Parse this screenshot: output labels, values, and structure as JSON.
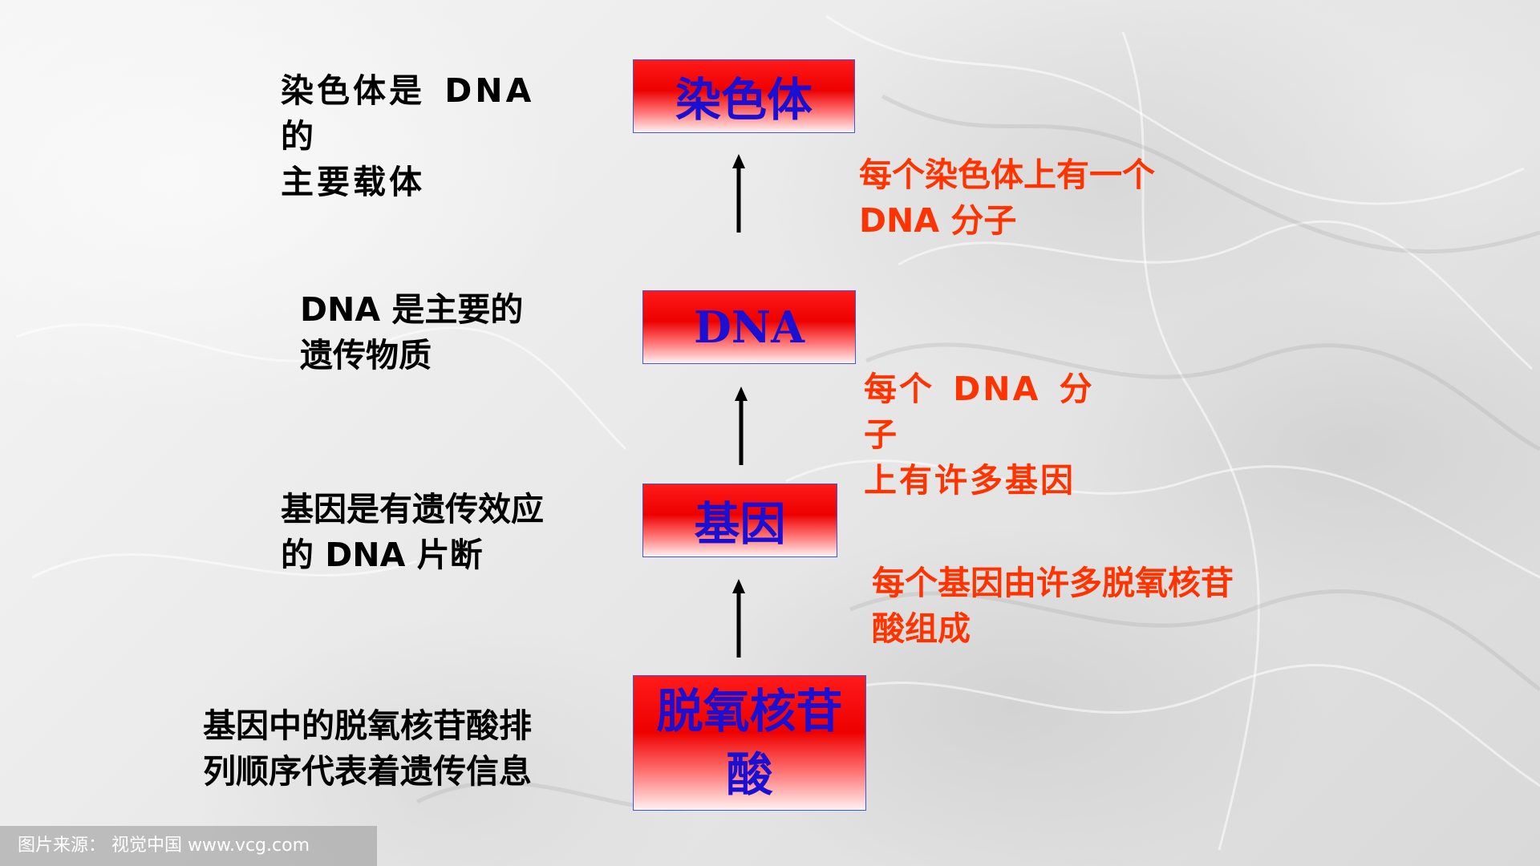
{
  "boxes": {
    "chromosome": "染色体",
    "dna": "DNA",
    "gene": "基因",
    "nucleotide": "脱氧核苷\n酸"
  },
  "descriptions": {
    "chromosome": "染色体是 DNA\n的\n主要载体",
    "dna": "DNA 是主要的\n遗传物质",
    "gene": "基因是有遗传效应\n的 DNA 片断",
    "nucleotide": "基因中的脱氧核苷酸排\n列顺序代表着遗传信息"
  },
  "notes": {
    "chromosome_dna": "每个染色体上有一个\nDNA 分子",
    "dna_gene": "每个 DNA 分\n子\n上有许多基因",
    "gene_nucleotide": "每个基因由许多脱氧核苷\n酸组成"
  },
  "watermark": "图片来源： 视觉中国 www.vcg.com",
  "colors": {
    "box_text": "#1a10d4",
    "box_fill": "#ee0000",
    "note_text": "#ff3300",
    "desc_text": "#000000"
  }
}
